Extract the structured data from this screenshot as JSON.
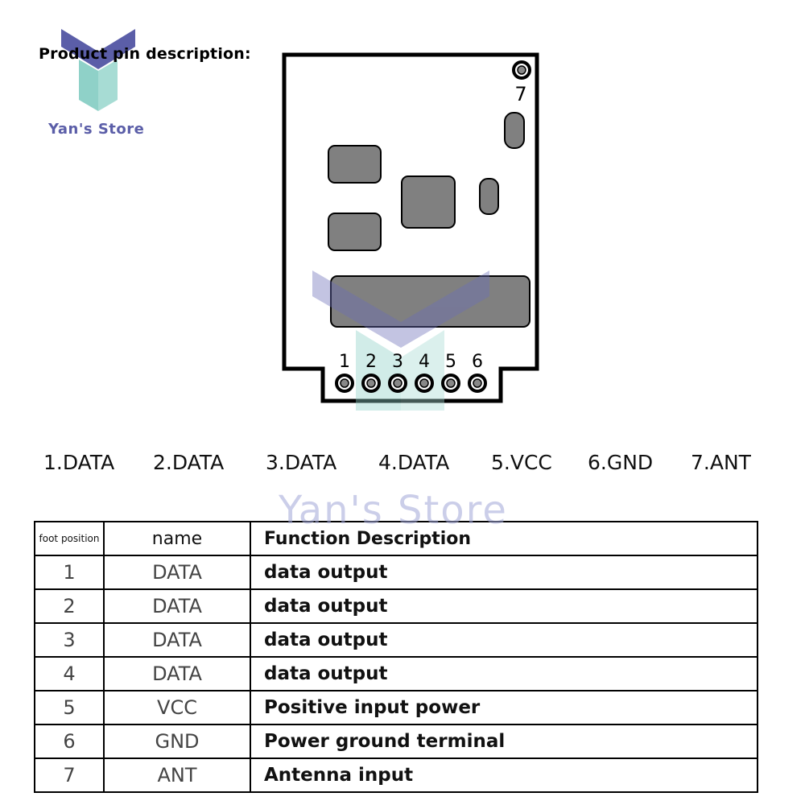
{
  "heading": "Product pin description:",
  "brand": {
    "logo_text": "Yan's Store",
    "watermark": "Yan's Store",
    "colors": {
      "top": "#5b5ea8",
      "bottom": "#8fd1c8"
    }
  },
  "board_pin_labels": [
    "1",
    "2",
    "3",
    "4",
    "5",
    "6",
    "7"
  ],
  "pin_legend": [
    "1.DATA",
    "2.DATA",
    "3.DATA",
    "4.DATA",
    "5.VCC",
    "6.GND",
    "7.ANT"
  ],
  "table": {
    "headers": {
      "position": "foot position",
      "name": "name",
      "function": "Function Description"
    },
    "rows": [
      {
        "position": "1",
        "name": "DATA",
        "function": "data output"
      },
      {
        "position": "2",
        "name": "DATA",
        "function": "data output"
      },
      {
        "position": "3",
        "name": "DATA",
        "function": "data output"
      },
      {
        "position": "4",
        "name": "DATA",
        "function": "data output"
      },
      {
        "position": "5",
        "name": "VCC",
        "function": "Positive input power"
      },
      {
        "position": "6",
        "name": "GND",
        "function": "Power ground terminal"
      },
      {
        "position": "7",
        "name": "ANT",
        "function": "Antenna input"
      }
    ]
  }
}
